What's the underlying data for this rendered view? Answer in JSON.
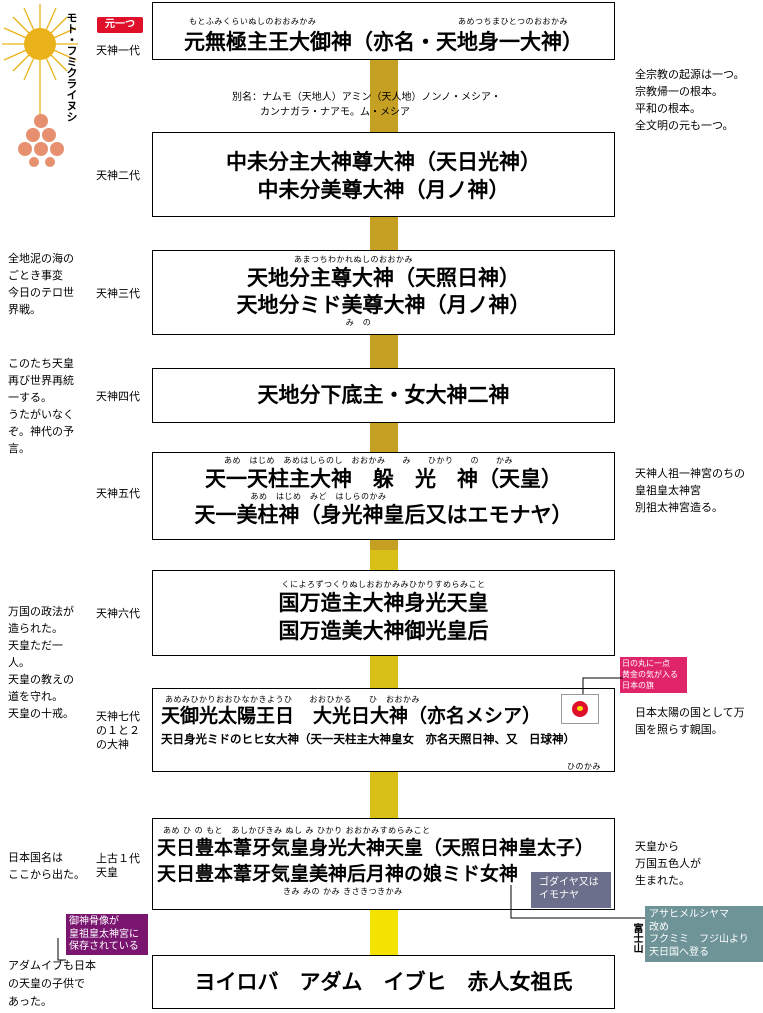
{
  "colors": {
    "pillar_top": "#c6a022",
    "pillar_mid": "#d9c019",
    "pillar_bottom": "#f4e200",
    "red": "#e0102a",
    "pink": "#e0246a",
    "purple": "#7a1670",
    "slate": "#6c6f8c",
    "teal": "#6e9498",
    "sun": "#e9b21a",
    "ball": "#e69070"
  },
  "header": {
    "first_badge": "元一つ",
    "deity_vertical": "モト・フミクライヌシ"
  },
  "gens": {
    "g1": "天神一代",
    "g2": "天神二代",
    "g3": "天神三代",
    "g4": "天神四代",
    "g5": "天神五代",
    "g6": "天神六代",
    "g7": "天神七代\nの１と２\nの大神",
    "g8": "上古１代\n天皇"
  },
  "boxes": {
    "b1": {
      "ruby_a": "もとふみくらいぬしのおおみかみ",
      "ruby_b": "あめつちまひとつのおおかみ",
      "line1": "元無極主王大御神（亦名・天地身一大神）"
    },
    "alias": {
      "line1": "別名：ナムモ（天地人）アミン（天人地）ノンノ・メシア・",
      "line2": "カンナガラ・ナアモ。ム・メシア"
    },
    "b2": {
      "line1": "中未分主大神尊大神（天日光神）",
      "line2": "中未分美尊大神（月ノ神）"
    },
    "b3": {
      "ruby1": "あまつちわかれぬしのおおかみ",
      "line1": "天地分主尊大神（天照日神）",
      "line2": "天地分ミド美尊大神（月ノ神）",
      "ruby2": "み　の"
    },
    "b4": {
      "line1": "天地分下底主・女大神二神"
    },
    "b5": {
      "ruby1": "あめ　はじめ　あめはしらのし　おおかみ　　み　　ひかり　　の　　かみ",
      "line1": "天一天柱主大神　躲　光　神（天皇）",
      "ruby2": "あめ　はじめ　みど　はしらのかみ",
      "line2": "天一美柱神（身光神皇后又はエモナヤ）"
    },
    "b6": {
      "ruby1": "くによろずつくりぬしおおかみみひかりすめらみこと",
      "line1": "国万造主大神身光天皇",
      "line2": "国万造美大神御光皇后"
    },
    "b7": {
      "ruby1": "あめみひかりおおひなかきようひ　　おおひかる　　ひ　おおかみ",
      "line1": "天御光太陽王日　大光日大神（亦名メシア）",
      "line2": "天日身光ミドのヒヒ女大神（天一天柱主大神皇女　亦名天照日神、又　日球神）",
      "ruby2": "ひのかみ"
    },
    "b8": {
      "ruby1": "あめ ひ の もと　あしかびきみ ぬし み ひかり おおかみすめらみこと",
      "line1": "天日豊本葦牙気皇身光大神天皇（天照日神皇太子）",
      "line2": "天日豊本葦牙気皇美神后月神の娘ミド女神",
      "ruby2": "きみ みの かみ きさきつきかみ"
    },
    "b9": {
      "line1": "ヨイロバ　アダム　イブヒ　赤人女祖氏"
    }
  },
  "right_notes": {
    "n1": [
      "全宗教の起源は一つ。",
      "宗教帰一の根本。",
      "平和の根本。",
      "全文明の元も一つ。"
    ],
    "n2": [
      "天神人祖一神宮のちの",
      "皇祖皇太神宮",
      "別祖太神宮造る。"
    ],
    "n3": [
      "日本太陽の国として万",
      "国を照らす親国。"
    ],
    "n4": [
      "天皇から",
      "万国五色人が",
      "生まれた。"
    ]
  },
  "left_notes": {
    "n1": [
      "全地泥の海の",
      "ごとき事変",
      "今日のテロ世",
      "界戦。"
    ],
    "n2": [
      "このたち天皇",
      "再び世界再統",
      "一する。",
      "うたがいなく",
      "ぞ。神代の予",
      "言。"
    ],
    "n3": [
      "万国の政法が",
      "造られた。",
      "天皇ただ一",
      "人。",
      "天皇の教えの",
      "道を守れ。",
      "天皇の十戒。"
    ],
    "n4": [
      "日本国名は",
      "ここから出た。"
    ],
    "n5": [
      "アダムイブも日本",
      "の天皇の子供で",
      "あった。"
    ]
  },
  "tags": {
    "flag_note": [
      "日の丸に一点",
      "黄金の気が入る",
      "日本の旗"
    ],
    "gadaiya": [
      "ゴダイヤ又は",
      "イモナヤ"
    ],
    "bones": [
      "御神骨像が",
      "皇祖皇太神宮に",
      "保存されている"
    ],
    "asahi": [
      "アサヒメルシヤマ",
      "改め",
      "フクミミ　フジ山より",
      "天日国へ登る"
    ],
    "fuji_vertical": "富士山"
  }
}
